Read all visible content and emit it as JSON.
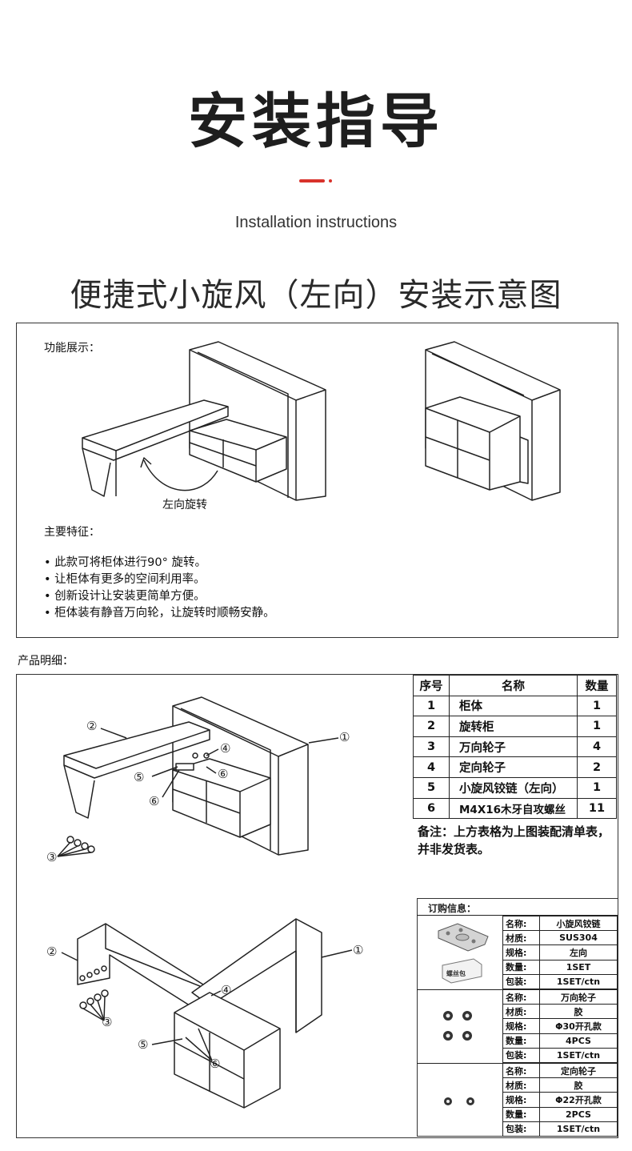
{
  "header": {
    "title": "安装指导",
    "subtitle": "Installation instructions",
    "diagram_title": "便捷式小旋风（左向）安装示意图"
  },
  "function_section": {
    "label": "功能展示：",
    "rotate_label": "左向旋转",
    "features_label": "主要特征：",
    "features": [
      "• 此款可将柜体进行90° 旋转。",
      "• 让柜体有更多的空间利用率。",
      "• 创新设计让安装更简单方便。",
      "• 柜体装有静音万向轮，让旋转时顺畅安静。"
    ]
  },
  "product_detail": {
    "label": "产品明细：",
    "callouts": [
      "①",
      "②",
      "③",
      "④",
      "⑤",
      "⑥"
    ],
    "table": {
      "headers": [
        "序号",
        "名称",
        "数量"
      ],
      "rows": [
        [
          "1",
          "柜体",
          "1"
        ],
        [
          "2",
          "旋转柜",
          "1"
        ],
        [
          "3",
          "万向轮子",
          "4"
        ],
        [
          "4",
          "定向轮子",
          "2"
        ],
        [
          "5",
          "小旋风铰链（左向）",
          "1"
        ],
        [
          "6",
          "M4X16木牙自攻螺丝",
          "11"
        ]
      ]
    },
    "note": "备注：上方表格为上图装配清单表，并非发货表。"
  },
  "order_info": {
    "title": "订购信息：",
    "screw_bag_label": "螺丝包",
    "items": [
      {
        "rows": [
          [
            "名称:",
            "小旋风铰链"
          ],
          [
            "材质:",
            "SUS304"
          ],
          [
            "规格:",
            "左向"
          ],
          [
            "数量:",
            "1SET"
          ],
          [
            "包装:",
            "1SET/ctn"
          ]
        ]
      },
      {
        "rows": [
          [
            "名称:",
            "万向轮子"
          ],
          [
            "材质:",
            "胶"
          ],
          [
            "规格:",
            "Φ30开孔款"
          ],
          [
            "数量:",
            "4PCS"
          ],
          [
            "包装:",
            "1SET/ctn"
          ]
        ]
      },
      {
        "rows": [
          [
            "名称:",
            "定向轮子"
          ],
          [
            "材质:",
            "胶"
          ],
          [
            "规格:",
            "Φ22开孔款"
          ],
          [
            "数量:",
            "2PCS"
          ],
          [
            "包装:",
            "1SET/ctn"
          ]
        ]
      }
    ]
  }
}
